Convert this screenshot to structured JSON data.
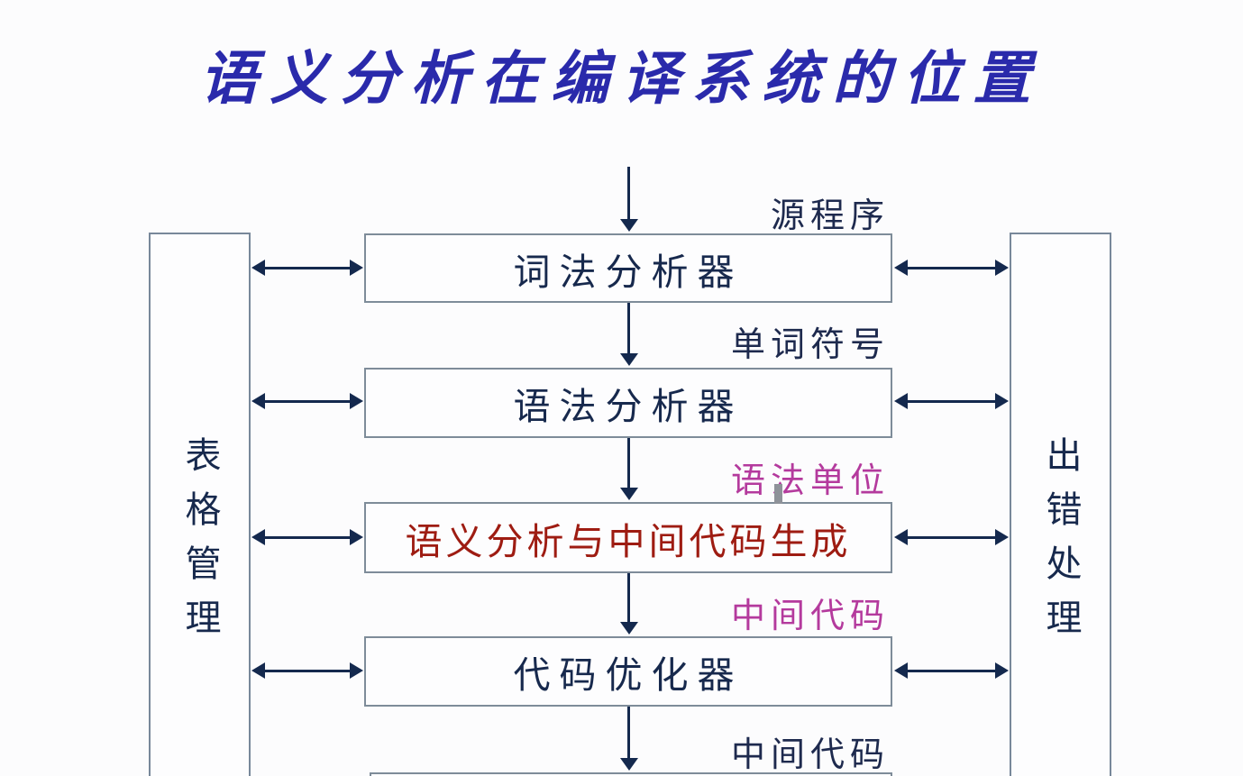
{
  "page": {
    "background": "#fcfcfd"
  },
  "title": {
    "text": "语义分析在编译系统的位置",
    "color": "#2a2aab"
  },
  "diagram": {
    "boxes": {
      "lexical": {
        "label": "词法分析器"
      },
      "syntax": {
        "label": "语法分析器"
      },
      "semantic": {
        "label": "语义分析与中间代码生成",
        "text_color": "#9e1c12"
      },
      "optimizer": {
        "label": "代码优化器"
      },
      "partial_bottom": {
        "label": ""
      }
    },
    "edge_labels": {
      "source_program": {
        "text": "源程序",
        "color": "#1e2a4e"
      },
      "word_symbols": {
        "text": "单词符号",
        "color": "#1e2a4e"
      },
      "syntax_units": {
        "text": "语法单位",
        "color": "#b43a9d"
      },
      "intermediate_code_upper": {
        "text": "中间代码",
        "color": "#b43a9d"
      },
      "intermediate_code_lower": {
        "text": "中间代码",
        "color": "#1e2a4e"
      }
    },
    "sidebars": {
      "left": {
        "label": "表格管理"
      },
      "right": {
        "label": "出错处理"
      }
    },
    "colors": {
      "arrow": "#14294e",
      "box_border": "#7e8c99",
      "box_text": "#17294d",
      "title_blue": "#2a2aab",
      "semantic_red": "#9e1c12",
      "magenta": "#b43a9d"
    }
  }
}
